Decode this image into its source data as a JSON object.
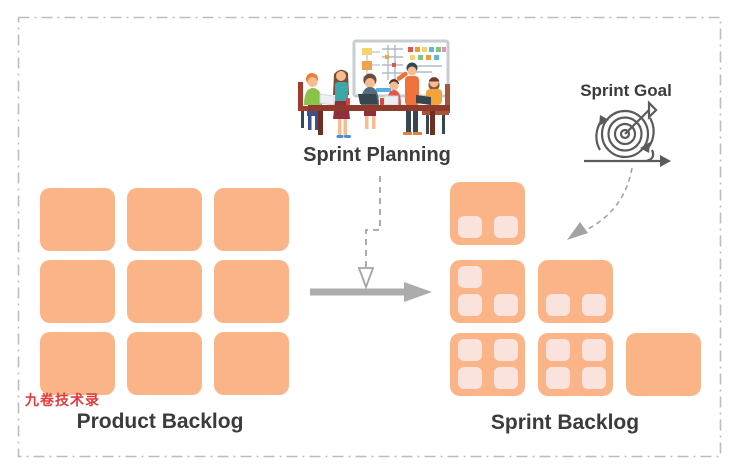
{
  "labels": {
    "product_backlog": "Product Backlog",
    "sprint_backlog": "Sprint Backlog",
    "sprint_planning": "Sprint Planning",
    "sprint_goal": "Sprint Goal",
    "watermark": "九卷技术录"
  },
  "colors": {
    "card_orange": "#FAB487",
    "card_inner": "#FAE2DD",
    "border_gray": "#BDBDBD",
    "arrow_solid": "#ACACAC",
    "arrow_dashed": "#A3A3A3",
    "text_dark": "#3B3B3B",
    "watermark_red": "#E23B3B",
    "goal_icon": "#5A5A5A"
  },
  "icons": [
    {
      "name": "sprint-planning-illustration",
      "meaning": "team meeting at table with whiteboard"
    },
    {
      "name": "sprint-goal-target-icon",
      "meaning": "bullseye target with dart, cycle arrows and forward arrow"
    }
  ],
  "product_backlog": {
    "rows": 3,
    "cols": 3,
    "item_count": 9
  },
  "sprint_backlog": {
    "rows": [
      {
        "cards": [
          {
            "subtasks": [
              "bl",
              "br"
            ]
          }
        ]
      },
      {
        "cards": [
          {
            "subtasks": [
              "tl",
              "bl",
              "br"
            ]
          },
          {
            "subtasks": [
              "bl",
              "br"
            ]
          }
        ]
      },
      {
        "cards": [
          {
            "subtasks": [
              "tl",
              "tr",
              "bl",
              "br"
            ]
          },
          {
            "subtasks": [
              "tl",
              "tr",
              "bl",
              "br"
            ]
          },
          {
            "subtasks": []
          }
        ]
      }
    ]
  },
  "connectors": {
    "solid_arrow": "product backlog to sprint backlog",
    "dashed_connector": "sprint planning down to arrow",
    "curved_dashed_arrow": "sprint goal down to sprint backlog"
  }
}
